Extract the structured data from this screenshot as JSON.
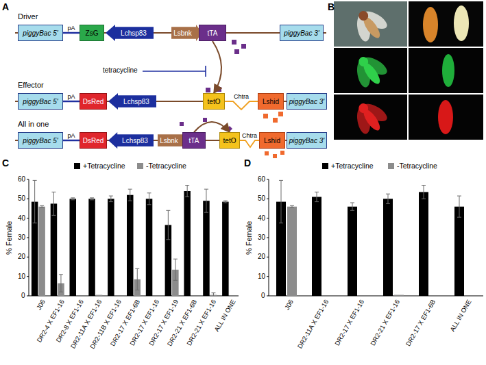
{
  "diagram": {
    "nodes": [
      {
        "text": [
          "piggyBac 5'"
        ]
      },
      {
        "text": [
          "ZsG"
        ]
      },
      {
        "text": [
          "Lchsp83"
        ]
      },
      {
        "text": [
          "Lsbnk"
        ]
      },
      {
        "text": [
          "tTA"
        ]
      },
      {
        "text": [
          "piggyBac 3'"
        ]
      },
      {
        "text": [
          "piggyBac 5'"
        ]
      },
      {
        "text": [
          "DsRed"
        ]
      },
      {
        "text": [
          "Lchsp83"
        ]
      },
      {
        "text": [
          "tetO"
        ]
      },
      {
        "text": [
          "Lshid"
        ]
      },
      {
        "text": [
          "piggyBac 3'"
        ]
      },
      {
        "text": [
          "piggyBac 5'"
        ]
      },
      {
        "text": [
          "DsRed"
        ]
      },
      {
        "text": [
          "Lchsp83"
        ]
      },
      {
        "text": [
          "Lsbnk"
        ]
      },
      {
        "text": [
          "tTA"
        ]
      },
      {
        "text": [
          "tetO"
        ]
      },
      {
        "text": [
          "Lshid"
        ]
      },
      {
        "text": [
          "piggyBac 3'"
        ]
      }
    ],
    "edges": [
      {
        "from": 4,
        "to": 9,
        "arrow": "to"
      },
      {
        "from": 16,
        "to": 17,
        "arrow": "to"
      }
    ],
    "labels": [
      "A",
      "Driver",
      "pA",
      "tetracycline",
      "Effector",
      "pA",
      "Chtra",
      "All in one",
      "pA",
      "Chtra",
      "B",
      "C",
      "% Female",
      "0",
      "10",
      "20",
      "30",
      "40",
      "50",
      "60",
      "J06",
      "DR2-4 X EF1-16",
      "DR2-8 X EF1-16",
      "DR2-11A X EF1-16",
      "DR2-11B X EF1-16",
      "DR2-17 X EF1-6B",
      "DR2-17 X EF1-16",
      "DR2-17 X EF1-19",
      "DR2-21 X EF1-6B",
      "DR2-21 X EF1-16",
      "ALL IN ONE",
      "D",
      "% Female",
      "0",
      "10",
      "20",
      "30",
      "40",
      "50",
      "60",
      "J06",
      "DR2-11A X EF1-16",
      "DR2-17 X EF1-16",
      "DR2-21 X EF1-16",
      "DR2-17 X EF1-6B",
      "ALL IN ONE"
    ],
    "legend": [
      {
        "text": "+Tetracycline",
        "color": "#000000"
      },
      {
        "text": "-Tetracycline",
        "color": "#8c8c8c"
      },
      {
        "text": "+Tetracycline",
        "color": "#000000"
      },
      {
        "text": "-Tetracycline",
        "color": "#8c8c8c"
      }
    ]
  }
}
